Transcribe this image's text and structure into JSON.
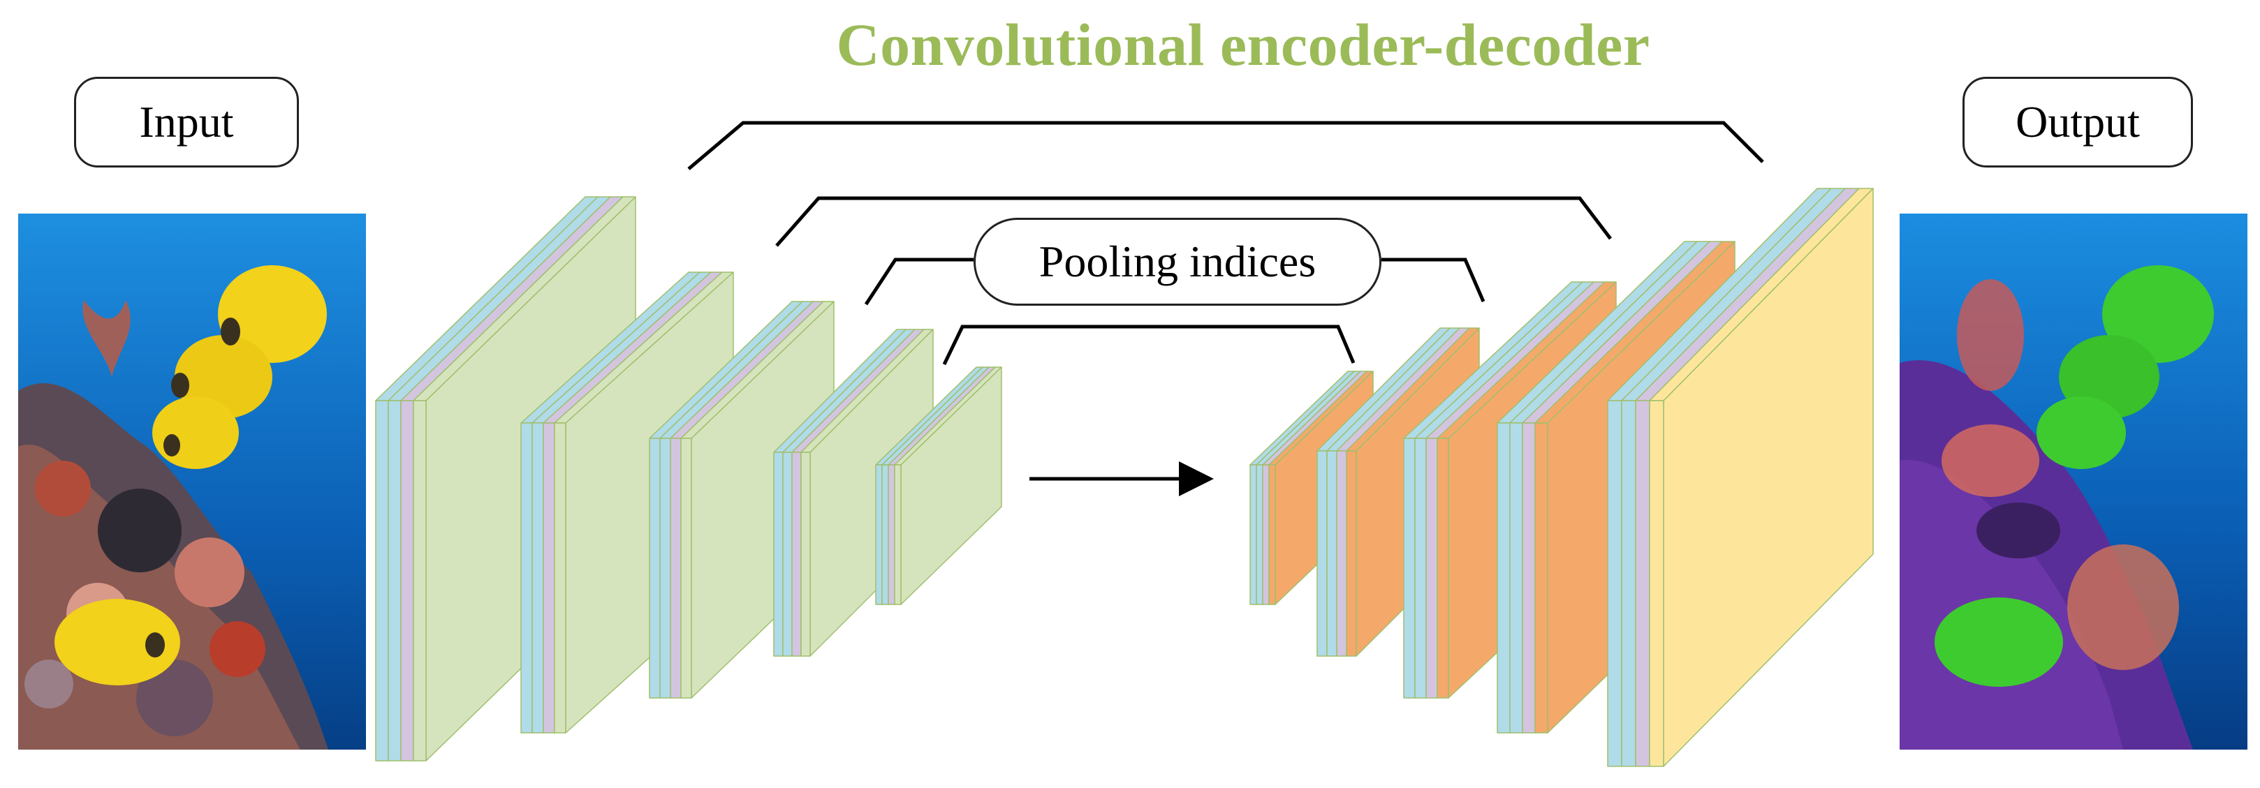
{
  "title": "Convolutional encoder-decoder",
  "input_label": "Input",
  "output_label": "Output",
  "pooling_label": "Pooling indices",
  "colors": {
    "title": "#9bbb59",
    "conv_blue": "#b0dbe8",
    "bn_purple": "#d3c5e0",
    "encoder_green": "#d6e4bd",
    "decoder_orange": "#f4a96a",
    "output_yellow": "#fde69c",
    "ocean": "#1e7fd0",
    "fish_yellow": "#f2d21a",
    "fish_green": "#3ecb2f"
  },
  "images": {
    "input": "reef-with-yellow-fish-photo",
    "output": "segmented-reef-photo"
  }
}
